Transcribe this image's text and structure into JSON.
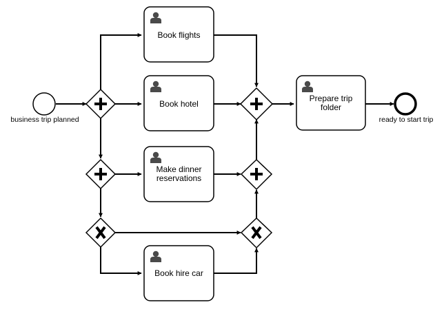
{
  "diagram_type": "BPMN process",
  "events": {
    "start": {
      "label": "business trip planned",
      "kind": "start-event"
    },
    "end": {
      "label": "ready to start trip",
      "kind": "end-event"
    }
  },
  "tasks": [
    {
      "id": "book-flights",
      "lines": [
        "Book flights"
      ],
      "icon": "user-icon"
    },
    {
      "id": "book-hotel",
      "lines": [
        "Book hotel"
      ],
      "icon": "user-icon"
    },
    {
      "id": "make-dinner-reservations",
      "lines": [
        "Make dinner",
        "reservations"
      ],
      "icon": "user-icon"
    },
    {
      "id": "book-hire-car",
      "lines": [
        "Book hire car"
      ],
      "icon": "user-icon"
    },
    {
      "id": "prepare-trip-folder",
      "lines": [
        "Prepare trip",
        "folder"
      ],
      "icon": "user-icon"
    }
  ],
  "gateways": [
    {
      "id": "split-main",
      "type": "parallel"
    },
    {
      "id": "split-secondary",
      "type": "parallel"
    },
    {
      "id": "split-exclusive",
      "type": "exclusive"
    },
    {
      "id": "join-main",
      "type": "parallel"
    },
    {
      "id": "join-secondary",
      "type": "parallel"
    },
    {
      "id": "join-exclusive",
      "type": "exclusive"
    }
  ],
  "colors": {
    "stroke": "#000000",
    "fill": "#ffffff",
    "icon": "#4a4a4a"
  }
}
